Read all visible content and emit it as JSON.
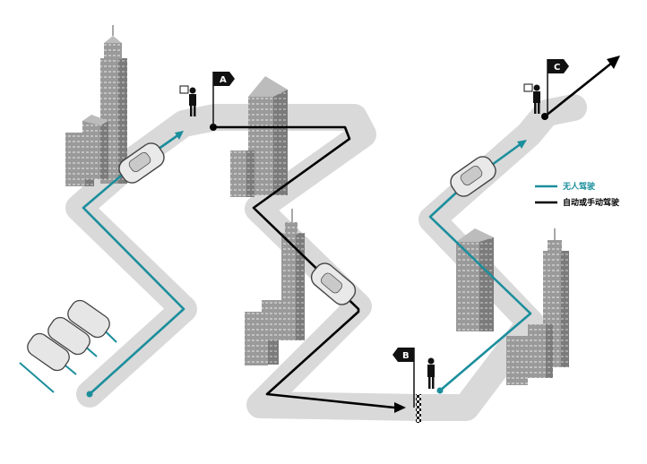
{
  "legend": {
    "autonomous": {
      "label": "无人驾驶",
      "color": "#1b8e9c"
    },
    "manual": {
      "label": "自动或手动驾驶",
      "color": "#000000"
    }
  },
  "waypoints": {
    "a": {
      "label": "A"
    },
    "b": {
      "label": "B"
    },
    "c": {
      "label": "C"
    }
  },
  "colors": {
    "road": "#d9d9d9",
    "building_front": "#9c9c9c",
    "building_side": "#7a7a7a",
    "building_top": "#bcbcbc",
    "flag": "#111111"
  }
}
